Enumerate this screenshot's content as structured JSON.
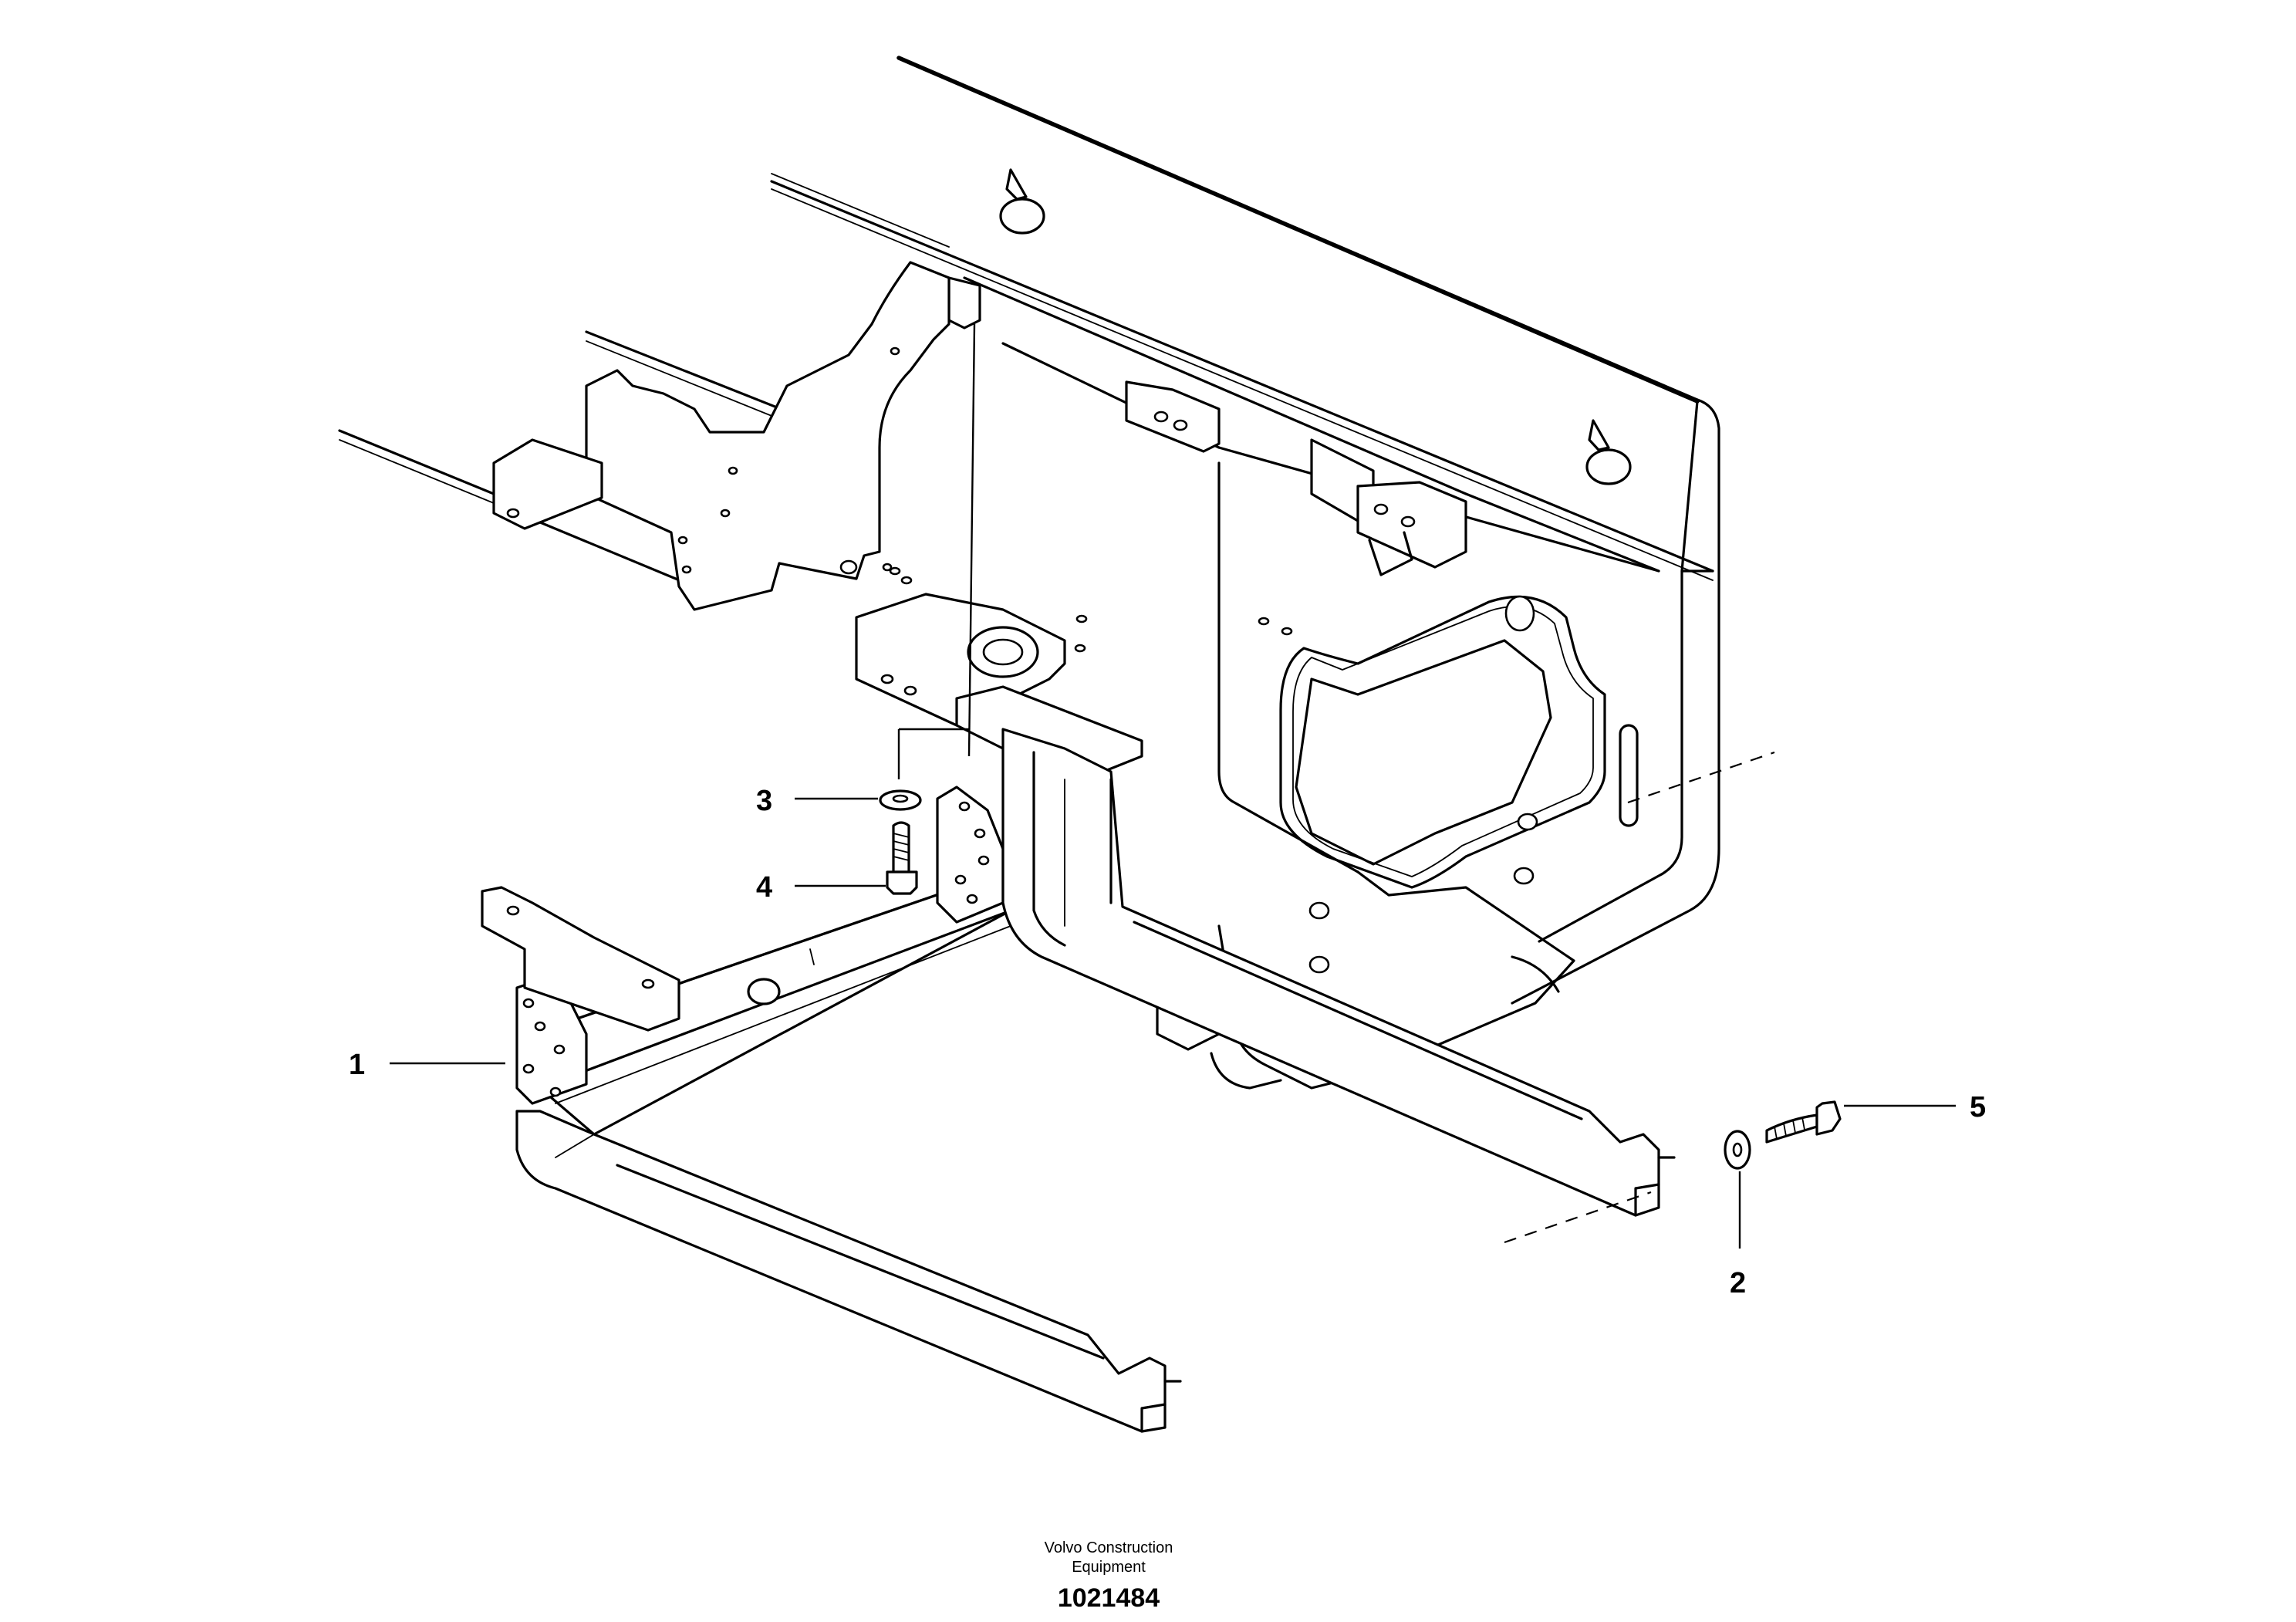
{
  "diagram": {
    "callouts": [
      {
        "id": "1",
        "label": "1"
      },
      {
        "id": "2",
        "label": "2"
      },
      {
        "id": "3",
        "label": "3"
      },
      {
        "id": "4",
        "label": "4"
      },
      {
        "id": "5",
        "label": "5"
      }
    ],
    "parts": {
      "frame": "frame-icon",
      "bracket": "bracket-icon",
      "washer": "washer-icon",
      "bolt": "bolt-icon"
    }
  },
  "footer": {
    "line1": "Volvo Construction",
    "line2": "Equipment",
    "number": "1021484"
  }
}
